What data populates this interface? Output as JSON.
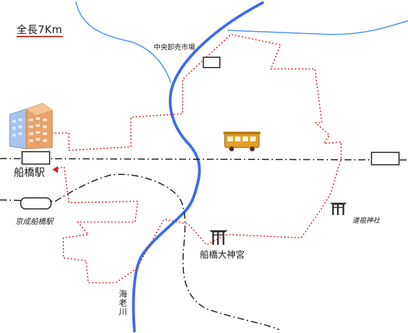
{
  "map": {
    "total_length": "全長7Km",
    "labels": {
      "central_market": "中央卸売市場",
      "funabashi_station": "船橋駅",
      "keisei_funabashi_station": "京成船橋駅",
      "funabashi_daijingu": "船橋大神宮",
      "dosojinja": "道祖神社",
      "ebi_river": "海老川"
    },
    "icons": {
      "building": "building-icon",
      "train": "tram-car-icon",
      "shrine": "torii-shrine-icon"
    },
    "colors": {
      "river": "#3a6cf0",
      "route": "#d62020",
      "railway": "#1a1a1a",
      "tram": "#d9961e"
    }
  }
}
